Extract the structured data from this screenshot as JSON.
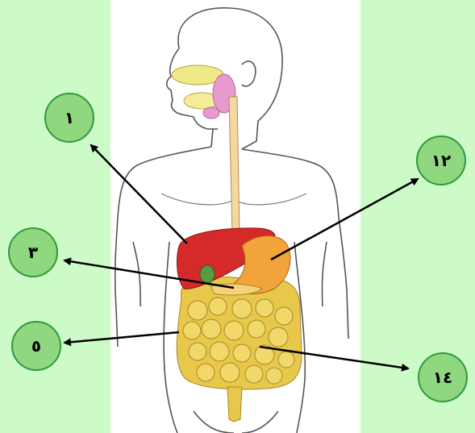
{
  "colors": {
    "background": "#cdfbc8",
    "badge_fill": "#8fd880",
    "badge_stroke": "#2e9a3b",
    "liver": "#d62a2a",
    "stomach": "#f2a33a",
    "intestine": "#e8c84a",
    "esophagus": "#f3d9a0",
    "gallbladder": "#5a9a3a",
    "salivary": "#e89ad0",
    "arrow": "#000000"
  },
  "labels": [
    {
      "id": "1",
      "text": "١"
    },
    {
      "id": "2",
      "text": "١٢"
    },
    {
      "id": "3",
      "text": "٣"
    },
    {
      "id": "4",
      "text": "١٤"
    },
    {
      "id": "5",
      "text": "٥"
    }
  ]
}
